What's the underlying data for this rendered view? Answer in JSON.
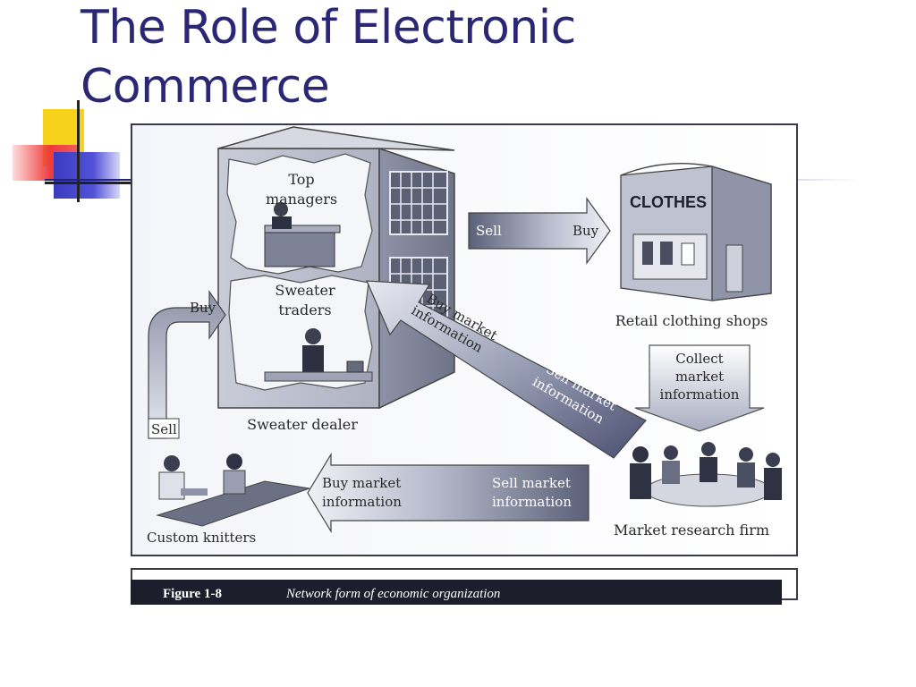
{
  "slide": {
    "title_line1": "The Role of Electronic",
    "title_line2": "Commerce"
  },
  "diagram": {
    "top_managers_line1": "Top",
    "top_managers_line2": "managers",
    "sweater_traders_line1": "Sweater",
    "sweater_traders_line2": "traders",
    "sweater_dealer": "Sweater dealer",
    "buy_left": "Buy",
    "sell_left": "Sell",
    "sell_top": "Sell",
    "buy_top": "Buy",
    "clothes_sign": "CLOTHES",
    "retail_shops": "Retail clothing shops",
    "collect_line1": "Collect",
    "collect_line2": "market",
    "collect_line3": "information",
    "diag_buy_line1": "Buy market",
    "diag_buy_line2": "information",
    "diag_sell_line1": "Sell market",
    "diag_sell_line2": "information",
    "bottom_buy_line1": "Buy market",
    "bottom_buy_line2": "information",
    "bottom_sell_line1": "Sell market",
    "bottom_sell_line2": "information",
    "market_research": "Market research firm",
    "custom_knitters": "Custom knitters",
    "figure_number": "Figure 1-8",
    "figure_caption": "Network form of economic organization"
  }
}
